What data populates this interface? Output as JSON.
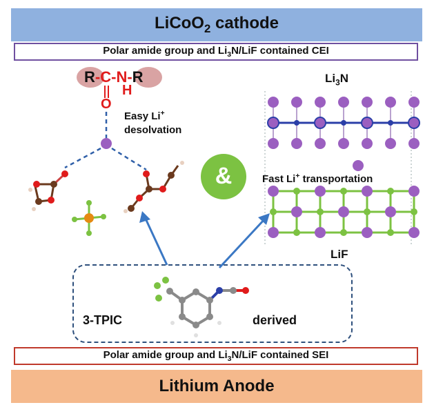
{
  "top_band": {
    "prefix": "LiCoO",
    "sub": "2",
    "suffix": " cathode"
  },
  "cei_bar": {
    "prefix": "Polar amide group and Li",
    "sub": "3",
    "suffix": "N/LiF contained CEI"
  },
  "sei_bar": {
    "prefix": "Polar amide group and Li",
    "sub": "3",
    "suffix": "N/LiF contained SEI"
  },
  "bottom_band": {
    "title": "Lithium Anode"
  },
  "amide": {
    "r_left": "R",
    "c": "C",
    "n": "N",
    "r_right": "R",
    "h": "H",
    "o": "O",
    "dash1": "-",
    "dash2": "-",
    "dash3": "-"
  },
  "desolvation": {
    "line1_prefix": "Easy Li",
    "line1_sup": "+",
    "line2": "desolvation"
  },
  "li3n": {
    "prefix": "Li",
    "sub": "3",
    "suffix": "N"
  },
  "transport": {
    "prefix": "Fast Li",
    "sup": "+",
    "suffix": " transportation"
  },
  "lif": {
    "label": "LiF"
  },
  "ampersand": {
    "symbol": "&"
  },
  "additive": {
    "name": "3-TPIC",
    "derived": "derived"
  },
  "colors": {
    "top_band": "#8fb1df",
    "bottom_band": "#f5b98c",
    "cei_border": "#6f4fa0",
    "sei_border": "#c0392b",
    "amide_red": "#e01b1b",
    "amide_bubble": "#d9a3a3",
    "li_purple": "#9b5fc0",
    "n_blue": "#2b3fa8",
    "f_green": "#7cc242",
    "ampersand_bg": "#7cc242",
    "arrow_blue": "#3b78c4",
    "dash_blue": "#2f5fa8"
  }
}
